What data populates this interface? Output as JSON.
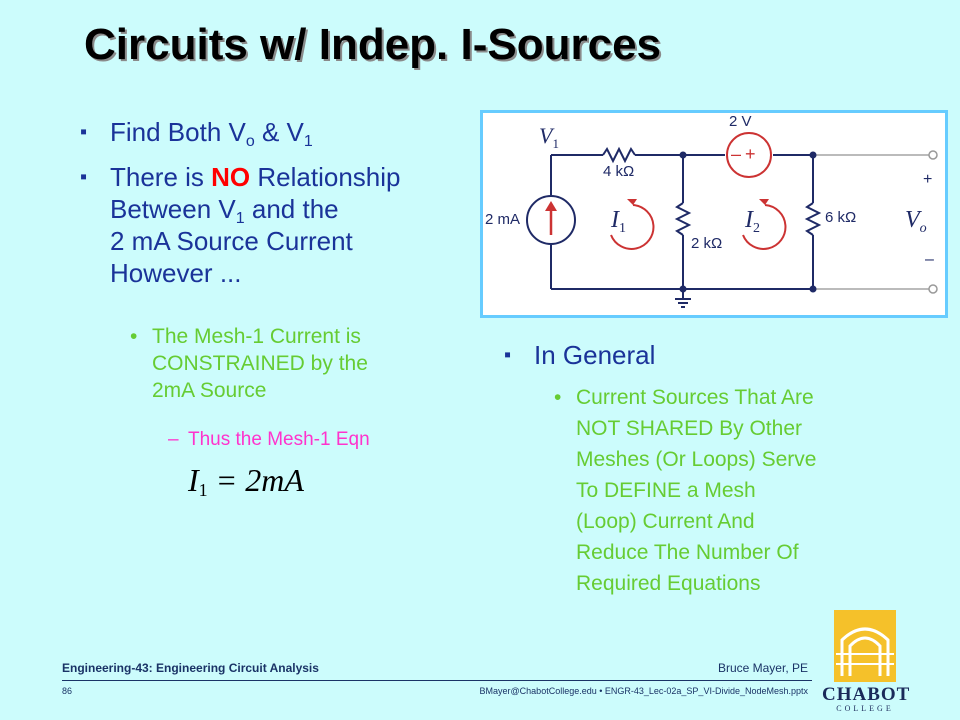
{
  "slide": {
    "title": "Circuits w/ Indep. I-Sources",
    "left_bullets": {
      "b1_prefix": "Find Both V",
      "b1_sub1": "o",
      "b1_mid": " & V",
      "b1_sub2": "1",
      "b2_pre": "There is ",
      "b2_emph": "NO",
      "b2_post": " Relationship",
      "b2_line2_pre": "Between V",
      "b2_line2_sub": "1",
      "b2_line2_post": " and the",
      "b2_line3": "2 mA Source Current",
      "b2_line4": "However ...",
      "sub1_line1": "The Mesh-1 Current is",
      "sub1_line2": "CONSTRAINED by the",
      "sub1_line3": "2mA Source",
      "subsub1": "Thus the Mesh-1 Eqn",
      "eq_lhs": "I",
      "eq_sub": "1",
      "eq_rhs": "= 2mA"
    },
    "right_bullets": {
      "head": "In General",
      "body_lines": [
        "Current Sources That Are",
        "NOT SHARED By Other",
        "Meshes (Or Loops) Serve",
        "To  DEFINE a Mesh",
        "(Loop) Current And",
        "Reduce The Number Of",
        "Required Equations"
      ]
    },
    "circuit": {
      "v1": "V",
      "v1_sub": "1",
      "src_v": "2 V",
      "r1": "4 kΩ",
      "r2": "2 kΩ",
      "r3": "6 kΩ",
      "src_i": "2 mA",
      "i1": "I",
      "i1_sub": "1",
      "i2": "I",
      "i2_sub": "2",
      "vo": "V",
      "vo_sub": "o",
      "plus": "+",
      "minus": "–"
    },
    "footer": {
      "course": "Engineering-43: Engineering Circuit Analysis",
      "author": "Bruce Mayer, PE",
      "page": "86",
      "file": "BMayer@ChabotCollege.edu  •  ENGR-43_Lec-02a_SP_VI-Divide_NodeMesh.pptx",
      "logo_name": "CHABOT",
      "logo_sub": "COLLEGE"
    },
    "colors": {
      "background": "#ccfcfc",
      "bullet_blue": "#1a3399",
      "sub_green": "#66cc33",
      "subsub_pink": "#ff33cc",
      "emphasis_red": "#ff0000",
      "frame_blue": "#66ccff"
    }
  }
}
